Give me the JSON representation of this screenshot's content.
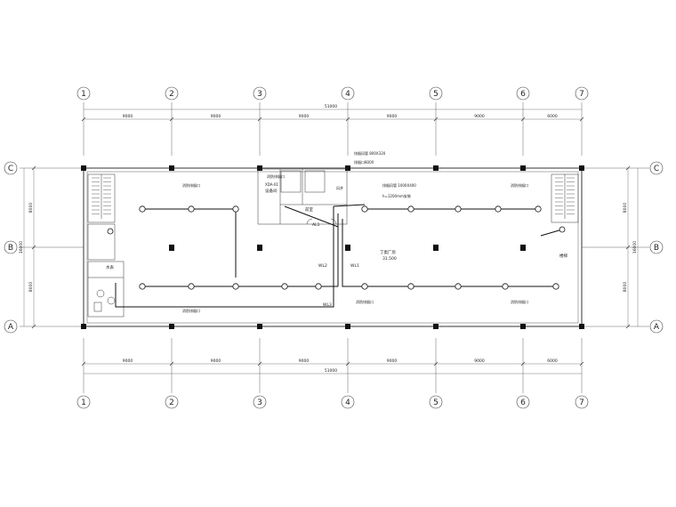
{
  "grid": {
    "columns": [
      "1",
      "2",
      "3",
      "4",
      "5",
      "6",
      "7"
    ],
    "rows": [
      "C",
      "B",
      "A"
    ]
  },
  "dimensions": {
    "horizontal_spans": [
      "9000",
      "9000",
      "9000",
      "9000",
      "9000",
      "6000"
    ],
    "horizontal_total": "51000",
    "vertical_spans": [
      "8000",
      "8000"
    ],
    "vertical_total": "16000"
  },
  "labels": {
    "hall_name": "丁类厂房",
    "hall_elevation": "31.500",
    "room_equipment": "设备间",
    "room_water": "水表",
    "corridor": "前室",
    "stair_right": "楼梯",
    "sub_a": "WL2",
    "sub_b": "WL1",
    "sub_c": "WL3",
    "dist_box": "AL1",
    "fan_a": "消防排烟口",
    "fan_b": "消防排烟口",
    "fan_c": "消防排烟口",
    "fan_d": "消防排烟口",
    "fan_e": "消防排烟口",
    "fan_f": "消防排烟口",
    "duct_note_1": "排烟风管 800X320",
    "duct_note_2": "排烟口800X",
    "duct_note_3": "排烟风管 1000X400",
    "duct_note_4": "h=1200mm安装",
    "riser": "风井",
    "equip_code": "XDA-01"
  }
}
